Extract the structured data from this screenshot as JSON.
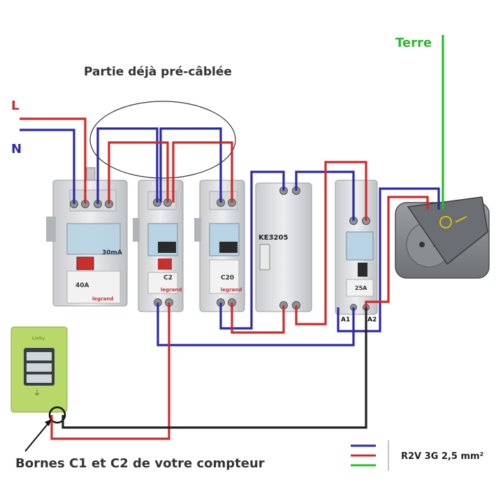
{
  "labels": {
    "title_precabled": "Partie déjà pré-câblée",
    "phase": "L",
    "neutral": "N",
    "earth": "Terre",
    "meter_terminals": "Bornes C1 et C2 de votre compteur",
    "cable_spec": "R2V 3G 2,5 mm²",
    "contactor_a1": "A1",
    "contactor_a2": "A2"
  },
  "devices": {
    "rcd": {
      "rating": "40A",
      "sensitivity": "30mA",
      "brand": "legrand"
    },
    "breaker_c2": {
      "curve": "C2",
      "brand": "legrand"
    },
    "breaker_c20": {
      "curve": "C20",
      "brand": "legrand"
    },
    "energy_meter": {
      "model": "KE3205"
    },
    "contactor": {
      "rating": "25A"
    },
    "utility_meter": {
      "brand": "Linky"
    }
  },
  "colors": {
    "neutral_wire": "#2a2aa8",
    "phase_wire": "#d02a2a",
    "earth_wire": "#22c022",
    "earth_label": "#2db82d",
    "phase_label": "#d02a2a",
    "neutral_label": "#2a2aa8",
    "linky_body": "#b8d86a"
  },
  "legend": [
    {
      "wire": "neutral",
      "color": "#2a2aa8"
    },
    {
      "wire": "phase",
      "color": "#d02a2a"
    },
    {
      "wire": "earth",
      "color": "#22c022"
    }
  ]
}
